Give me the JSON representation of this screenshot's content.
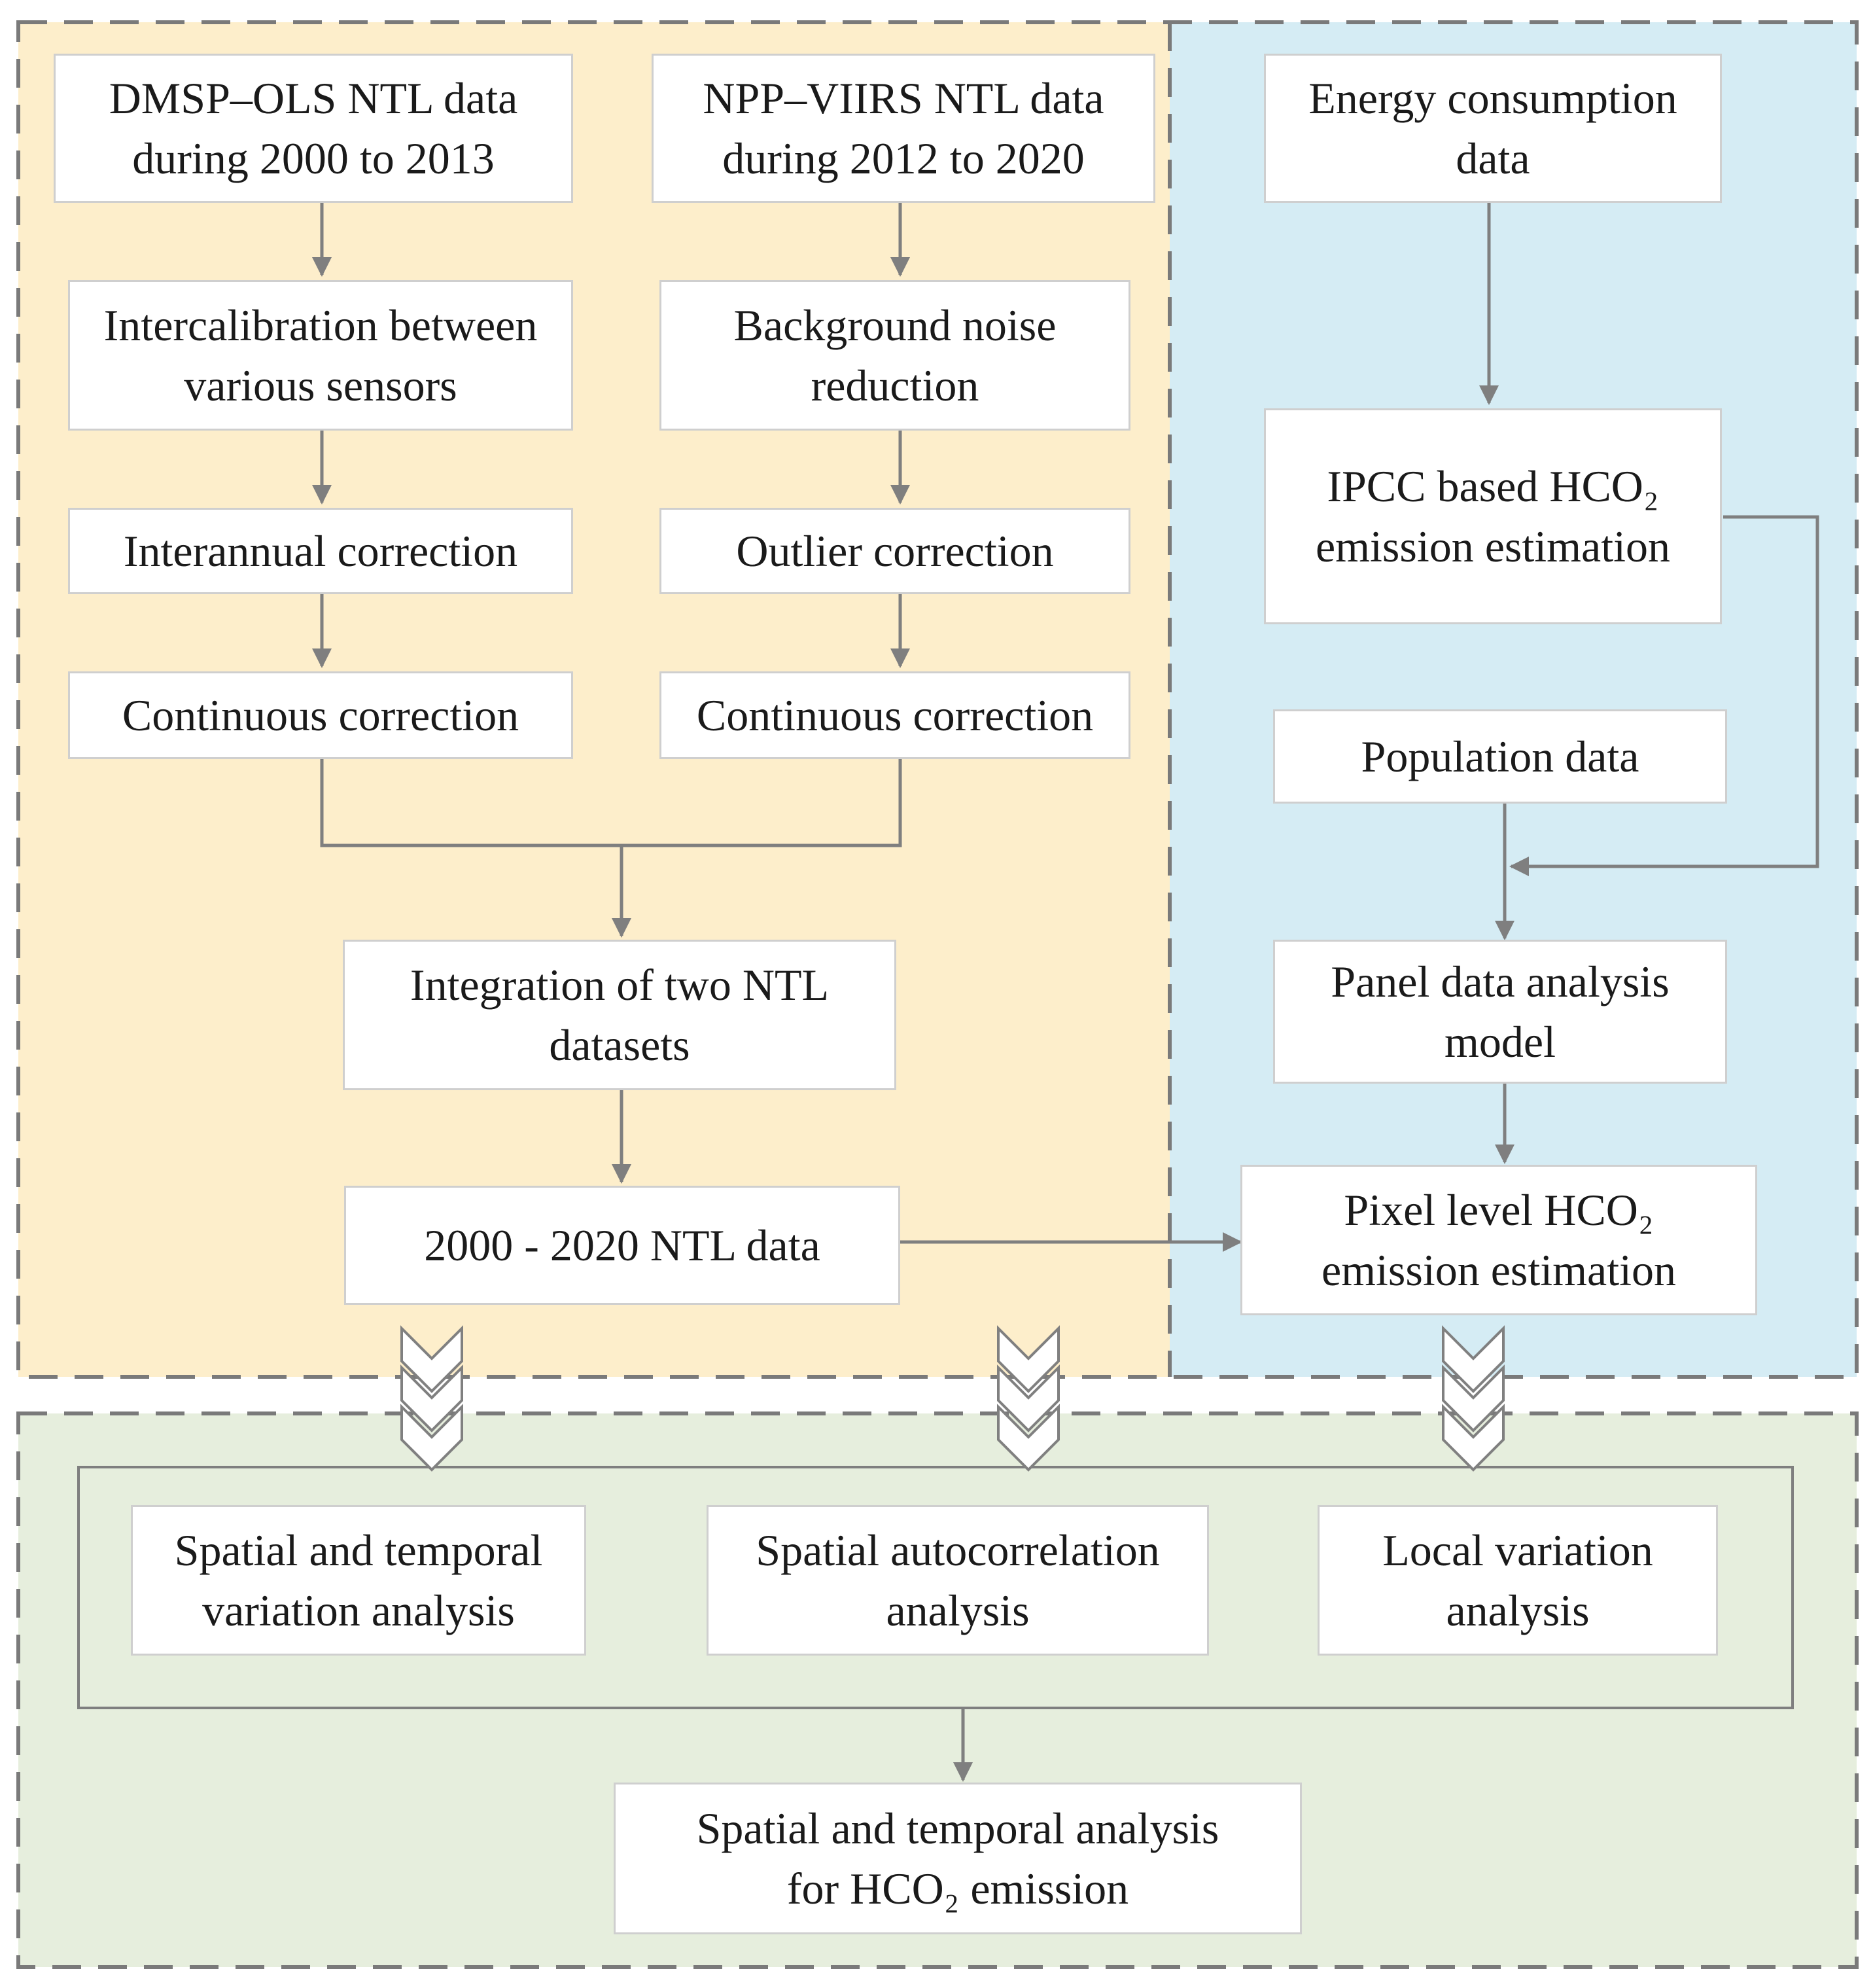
{
  "nodes": {
    "dmsp": "DMSP–OLS NTL data\nduring 2000 to 2013",
    "npp": "NPP–VIIRS NTL data\nduring 2012 to 2020",
    "energy": "Energy consumption\ndata",
    "intercal": "Intercalibration between\nvarious sensors",
    "bgnoise": "Background noise\nreduction",
    "interannual": "Interannual correction",
    "outlier": "Outlier correction",
    "cont1": "Continuous correction",
    "cont2": "Continuous correction",
    "ipcc": "IPCC based HCO₂\nemission estimation",
    "population": "Population data",
    "integration": "Integration of two NTL\ndatasets",
    "panel": "Panel data analysis\nmodel",
    "ntl2020": "2000 - 2020 NTL data",
    "pixel": "Pixel level HCO₂\nemission estimation",
    "spatiotemporal": "Spatial and temporal\nvariation analysis",
    "autocorr": "Spatial autocorrelation\nanalysis",
    "localvar": "Local variation\nanalysis",
    "final": "Spatial and temporal analysis\nfor  HCO₂ emission"
  },
  "colors": {
    "region_ntl": "#fdeecb",
    "region_emission": "#d5ecf4",
    "region_analysis": "#e6eedd",
    "dashed_border": "#7a7a7a",
    "connector": "#7f7f7f",
    "chevron": "#808080"
  }
}
